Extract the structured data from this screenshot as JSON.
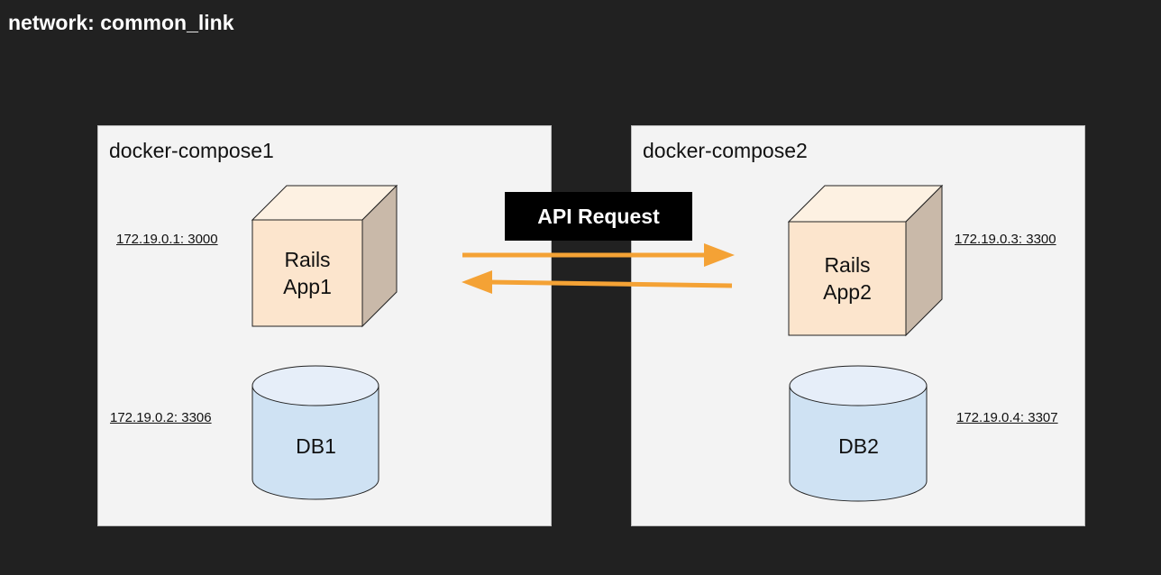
{
  "network": {
    "title": "network: common_link"
  },
  "compose1": {
    "title": "docker-compose1",
    "app": {
      "line1": "Rails",
      "line2": "App1",
      "address": "172.19.0.1: 3000"
    },
    "db": {
      "label": "DB1",
      "address": "172.19.0.2: 3306"
    }
  },
  "compose2": {
    "title": "docker-compose2",
    "app": {
      "line1": "Rails",
      "line2": "App2",
      "address": "172.19.0.3: 3300"
    },
    "db": {
      "label": "DB2",
      "address": "172.19.0.4: 3307"
    }
  },
  "api": {
    "label": "API Request"
  },
  "colors": {
    "background": "#212121",
    "panel": "#f3f3f3",
    "cube_front": "#fce5cd",
    "cube_side": "#c9b9a9",
    "cylinder_body": "#cfe2f3",
    "cylinder_top": "#e6eef9",
    "arrow": "#f4a235"
  }
}
